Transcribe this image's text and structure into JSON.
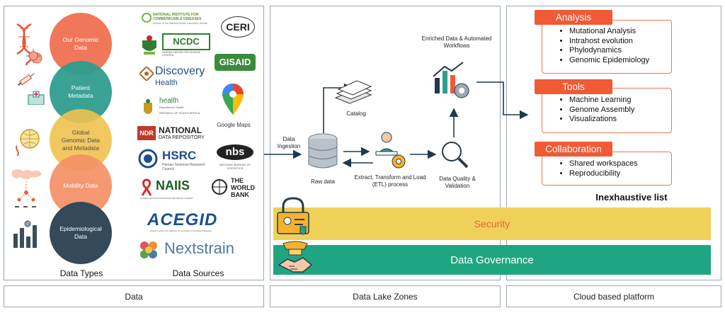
{
  "data_types": {
    "items": [
      "Our Genomic Data",
      "Patient Metadata",
      "Global Genomic Data and Metadata",
      "Mobility Data",
      "Epidemiological Data"
    ],
    "label": "Data Types"
  },
  "data_sources": {
    "label": "Data Sources",
    "ncdc_inst": "NATIONAL INSTITUTE FOR COMMUNICABLE DISEASES",
    "ncdc_inst_sub": "Division of the National Health Laboratory Service",
    "ncdc": "NCDC",
    "ncdc_sub": "NIGERIA CENTRE FOR DISEASE CONTROL",
    "ceri": "CERI",
    "discovery": "Discovery",
    "discovery_sub": "Health",
    "gisaid": "GISAID",
    "health": "health",
    "health_sub1": "Department: Health",
    "health_sub2": "REPUBLIC OF SOUTH AFRICA",
    "google_maps": "Google Maps",
    "ndr_abbr": "NDR",
    "ndr1": "NATIONAL",
    "ndr2": "DATA REPOSITORY",
    "hsrc": "HSRC",
    "hsrc_sub": "Human Sciences Research Council",
    "nbs": "nbs",
    "nbs_sub": "NATIONAL BUREAU OF STATISTICS",
    "naiis": "NAIIS",
    "naiis_sub": "NIGERIA HIV/AIDS INDICATOR AND IMPACT SURVEY",
    "worldbank1": "THE",
    "worldbank2": "WORLD",
    "worldbank3": "BANK",
    "acegid": "ACEGID",
    "acegid_sub": "African Centre of Excellence for Genomics of Infectious Diseases",
    "nextstrain": "Nextstrain"
  },
  "lake": {
    "ingestion": "Data Ingestion",
    "raw": "Raw data",
    "catalog": "Catalog",
    "etl": "Extract, Transform and Load (ETL) process",
    "quality": "Data Quality & Validation",
    "enriched": "Enriched Data & Automated Workflows"
  },
  "platform": {
    "analysis": {
      "title": "Analysis",
      "items": [
        "Mutational Analysis",
        "Intrahost evolution",
        "Phylodynamics",
        "Genomic Epidemiology"
      ]
    },
    "tools": {
      "title": "Tools",
      "items": [
        "Machine Learning",
        "Genome Assembly",
        "Visualizations"
      ]
    },
    "collaboration": {
      "title": "Collaboration",
      "items": [
        "Shared workspaces",
        "Reproducibility"
      ]
    },
    "note": "Inexhaustive list"
  },
  "bands": {
    "security": "Security",
    "governance": "Data Governance"
  },
  "footers": [
    "Data",
    "Data Lake Zones",
    "Cloud based platform"
  ],
  "colors": {
    "genomic": "#ef6c4d",
    "patient": "#2f9e8f",
    "global": "#f0c34f",
    "mobility": "#f49067",
    "epi": "#34495a",
    "accent": "#f05a35",
    "security": "#efd15a",
    "governance": "#20a583"
  }
}
